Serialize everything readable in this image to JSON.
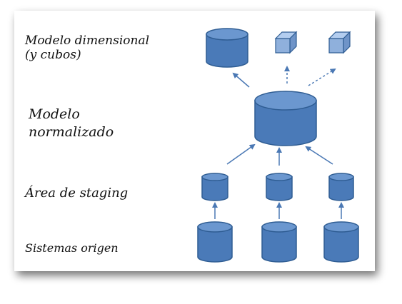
{
  "labels": {
    "dimensional_line1": "Modelo dimensional",
    "dimensional_line2": "(y cubos)",
    "normalized_line1": "Modelo",
    "normalized_line2": "normalizado",
    "staging": "Área de staging",
    "source": "Sistemas origen"
  },
  "colors": {
    "shape_fill": "#4a7ab8",
    "shape_top": "#6b97cf",
    "shape_stroke": "#2f5d93",
    "cube_front": "#8fb0dc",
    "cube_top": "#b3cdef",
    "cube_side": "#6f94c8",
    "arrow": "#4a78b4"
  },
  "layers": [
    {
      "name": "Sistemas origen",
      "nodes": [
        "cylinder",
        "cylinder",
        "cylinder"
      ]
    },
    {
      "name": "Área de staging",
      "nodes": [
        "cylinder",
        "cylinder",
        "cylinder"
      ]
    },
    {
      "name": "Modelo normalizado",
      "nodes": [
        "cylinder"
      ]
    },
    {
      "name": "Modelo dimensional (y cubos)",
      "nodes": [
        "cylinder",
        "cube",
        "cube"
      ]
    }
  ],
  "connections": [
    {
      "from": "source-1",
      "to": "staging-1",
      "style": "solid"
    },
    {
      "from": "source-2",
      "to": "staging-2",
      "style": "solid"
    },
    {
      "from": "source-3",
      "to": "staging-3",
      "style": "solid"
    },
    {
      "from": "staging-1",
      "to": "normalized",
      "style": "solid"
    },
    {
      "from": "staging-2",
      "to": "normalized",
      "style": "solid"
    },
    {
      "from": "staging-3",
      "to": "normalized",
      "style": "solid"
    },
    {
      "from": "normalized",
      "to": "dimensional-db",
      "style": "solid"
    },
    {
      "from": "normalized",
      "to": "cube-1",
      "style": "dashed"
    },
    {
      "from": "normalized",
      "to": "cube-2",
      "style": "dashed"
    }
  ]
}
